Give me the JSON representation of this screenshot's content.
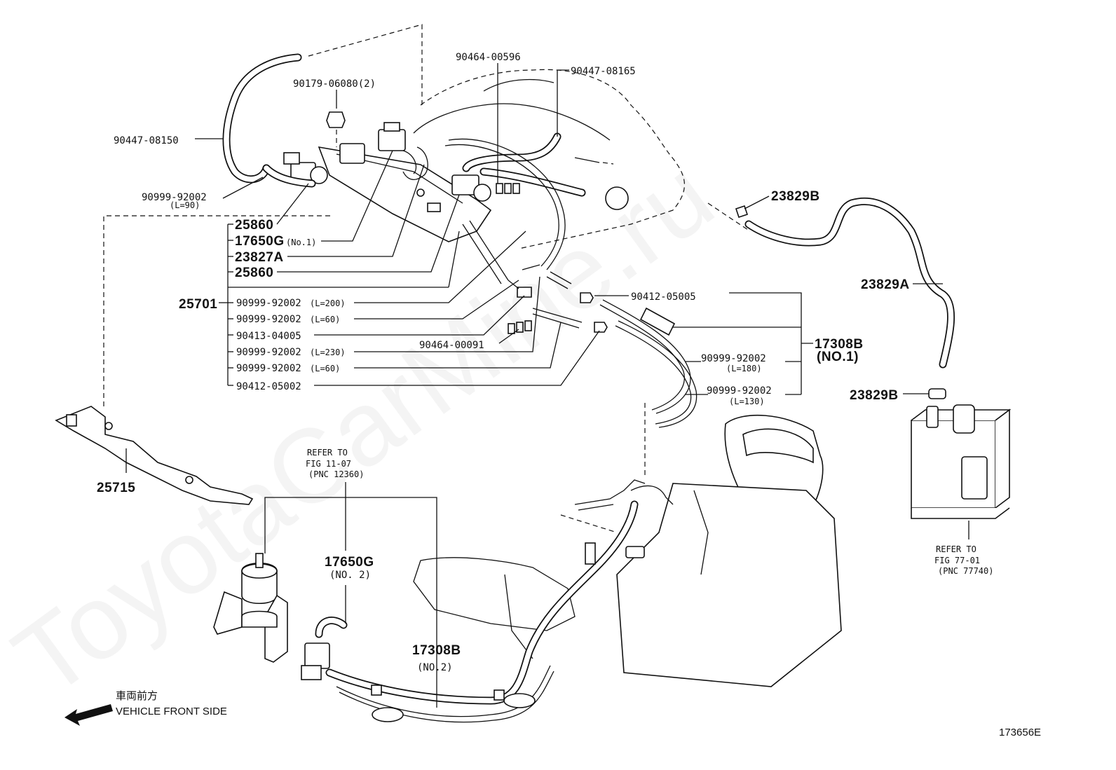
{
  "watermark": "ToyotaCarMine.ru",
  "drawing_number": "173656E",
  "vehicle_front": {
    "jp": "車両前方",
    "en": "VEHICLE FRONT SIDE"
  },
  "labels": {
    "p90447_08150": "90447-08150",
    "p90179_06080": "90179-06080(2)",
    "p90464_00596": "90464-00596",
    "p90447_08165": "90447-08165",
    "p90999_92002_l90": "90999-92002",
    "l90": "(L=90)",
    "p23829b_top": "23829B",
    "p23829a": "23829A",
    "p23829b_bottom": "23829B",
    "p25715": "25715",
    "p25701": "25701",
    "p17308b_no1": "17308B",
    "no1": "(NO.1)",
    "p90412_05005": "90412-05005",
    "p90464_00091": "90464-00091",
    "p90999_l180": "90999-92002",
    "l180": "(L=180)",
    "p90999_l130": "90999-92002",
    "l130": "(L=130)",
    "p17650g_no2": "17650G",
    "no2_a": "(NO. 2)",
    "p17308b_no2": "17308B",
    "no2_b": "(NO.2)"
  },
  "group_25701": [
    {
      "part": "25860",
      "suffix": ""
    },
    {
      "part": "17650G",
      "suffix": "(No.1)"
    },
    {
      "part": "23827A",
      "suffix": ""
    },
    {
      "part": "25860",
      "suffix": ""
    },
    {
      "part": "90999-92002",
      "suffix": "(L=200)"
    },
    {
      "part": "90999-92002",
      "suffix": "(L=60)"
    },
    {
      "part": "90413-04005",
      "suffix": ""
    },
    {
      "part": "90999-92002",
      "suffix": "(L=230)"
    },
    {
      "part": "90999-92002",
      "suffix": "(L=60)"
    },
    {
      "part": "90412-05002",
      "suffix": ""
    }
  ],
  "refer_notes": {
    "fig11": {
      "line1": "REFER TO",
      "line2": "FIG 11-07",
      "line3": "(PNC 12360)"
    },
    "fig77": {
      "line1": "REFER TO",
      "line2": "FIG 77-01",
      "line3": "(PNC 77740)"
    }
  }
}
